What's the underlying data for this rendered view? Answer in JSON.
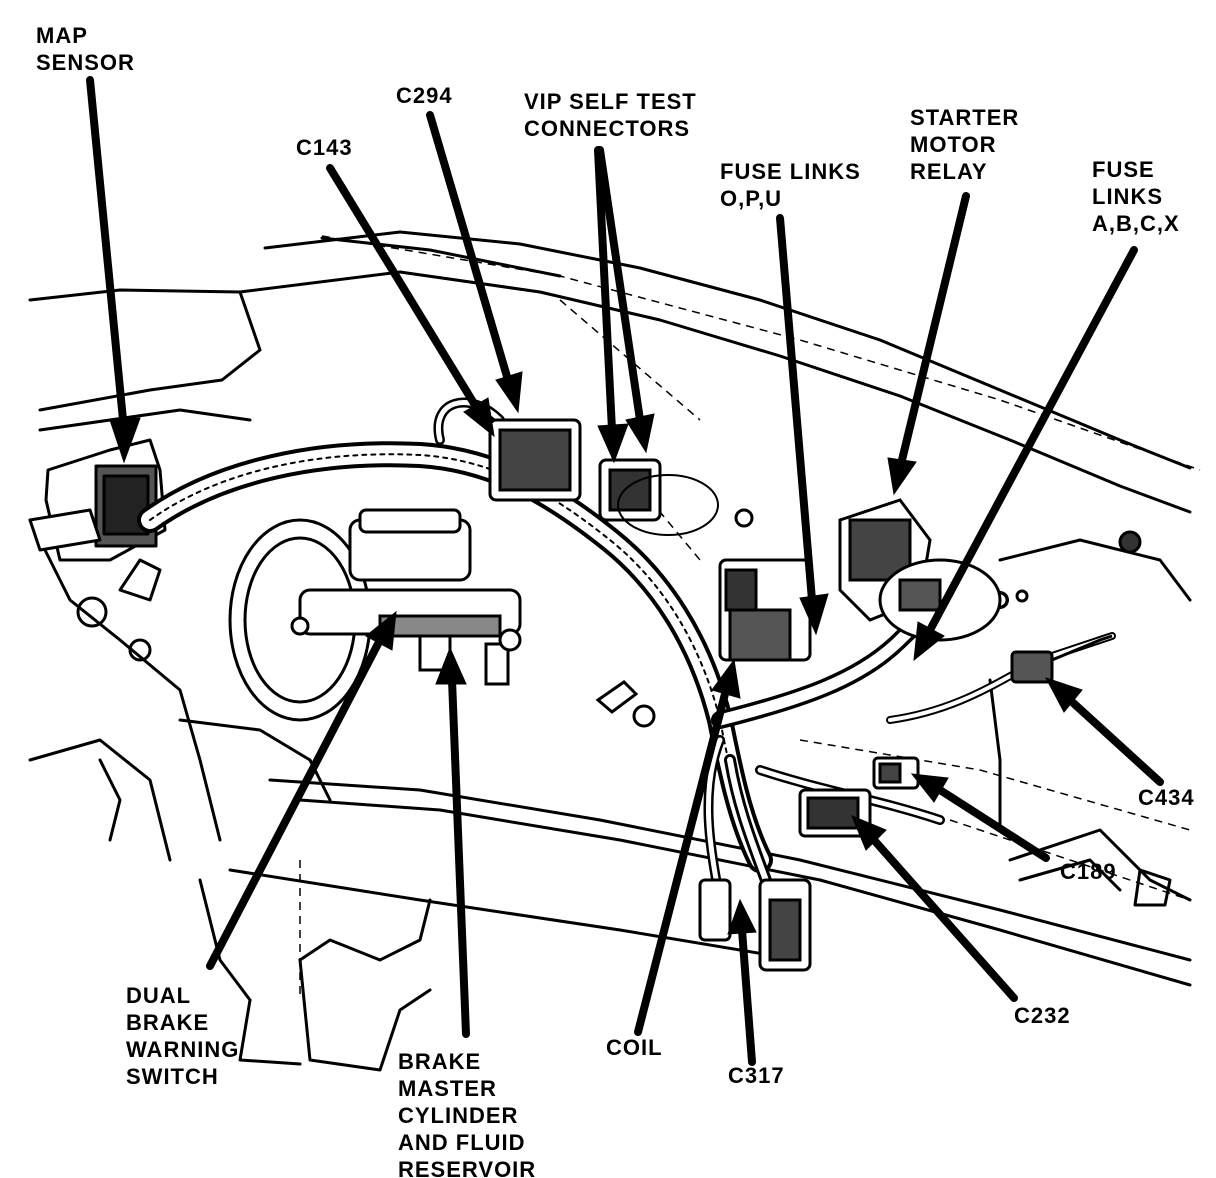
{
  "diagram": {
    "labels": {
      "map_sensor": [
        "MAP",
        "SENSOR"
      ],
      "c294": [
        "C294"
      ],
      "vip_self_test": [
        "VIP SELF TEST",
        "CONNECTORS"
      ],
      "c143": [
        "C143"
      ],
      "fuse_links_opu": [
        "FUSE LINKS",
        "O,P,U"
      ],
      "starter_relay": [
        "STARTER",
        "MOTOR",
        "RELAY"
      ],
      "fuse_links_abcx": [
        "FUSE",
        "LINKS",
        "A,B,C,X"
      ],
      "c434": [
        "C434"
      ],
      "c189": [
        "C189"
      ],
      "c232": [
        "C232"
      ],
      "c317": [
        "C317"
      ],
      "coil": [
        "COIL"
      ],
      "dual_brake": [
        "DUAL",
        "BRAKE",
        "WARNING",
        "SWITCH"
      ],
      "brake_master": [
        "BRAKE",
        "MASTER",
        "CYLINDER",
        "AND FLUID",
        "RESERVOIR"
      ]
    }
  }
}
